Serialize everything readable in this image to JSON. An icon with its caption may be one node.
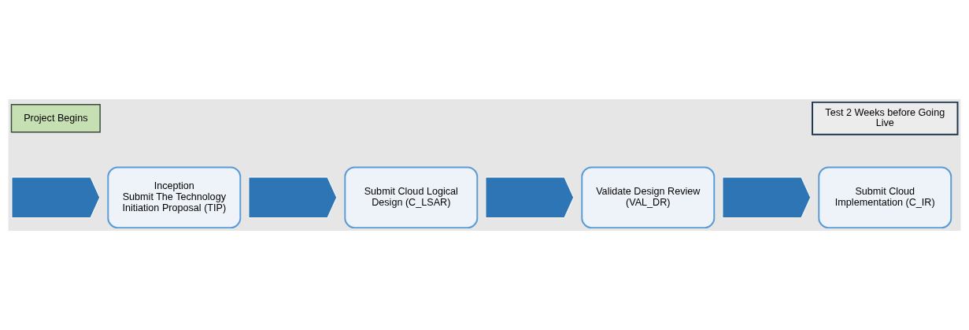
{
  "diagram": {
    "nodes": [
      {
        "text": [
          "Project Begins"
        ]
      },
      {
        "text": [
          "Test 2 Weeks before Going Live"
        ]
      },
      {
        "text": [],
        "shape": "chevron"
      },
      {
        "text": [
          "Inception",
          "Submit The Technology Initiation Proposal (TIP)"
        ]
      },
      {
        "text": [],
        "shape": "chevron"
      },
      {
        "text": [
          "Submit Cloud Logical Design (C_LSAR)"
        ]
      },
      {
        "text": [],
        "shape": "chevron"
      },
      {
        "text": [
          "Validate Design Review (VAL_DR)"
        ]
      },
      {
        "text": [],
        "shape": "chevron"
      },
      {
        "text": [
          "Submit Cloud Implementation (C_IR)"
        ]
      }
    ],
    "edges": []
  }
}
